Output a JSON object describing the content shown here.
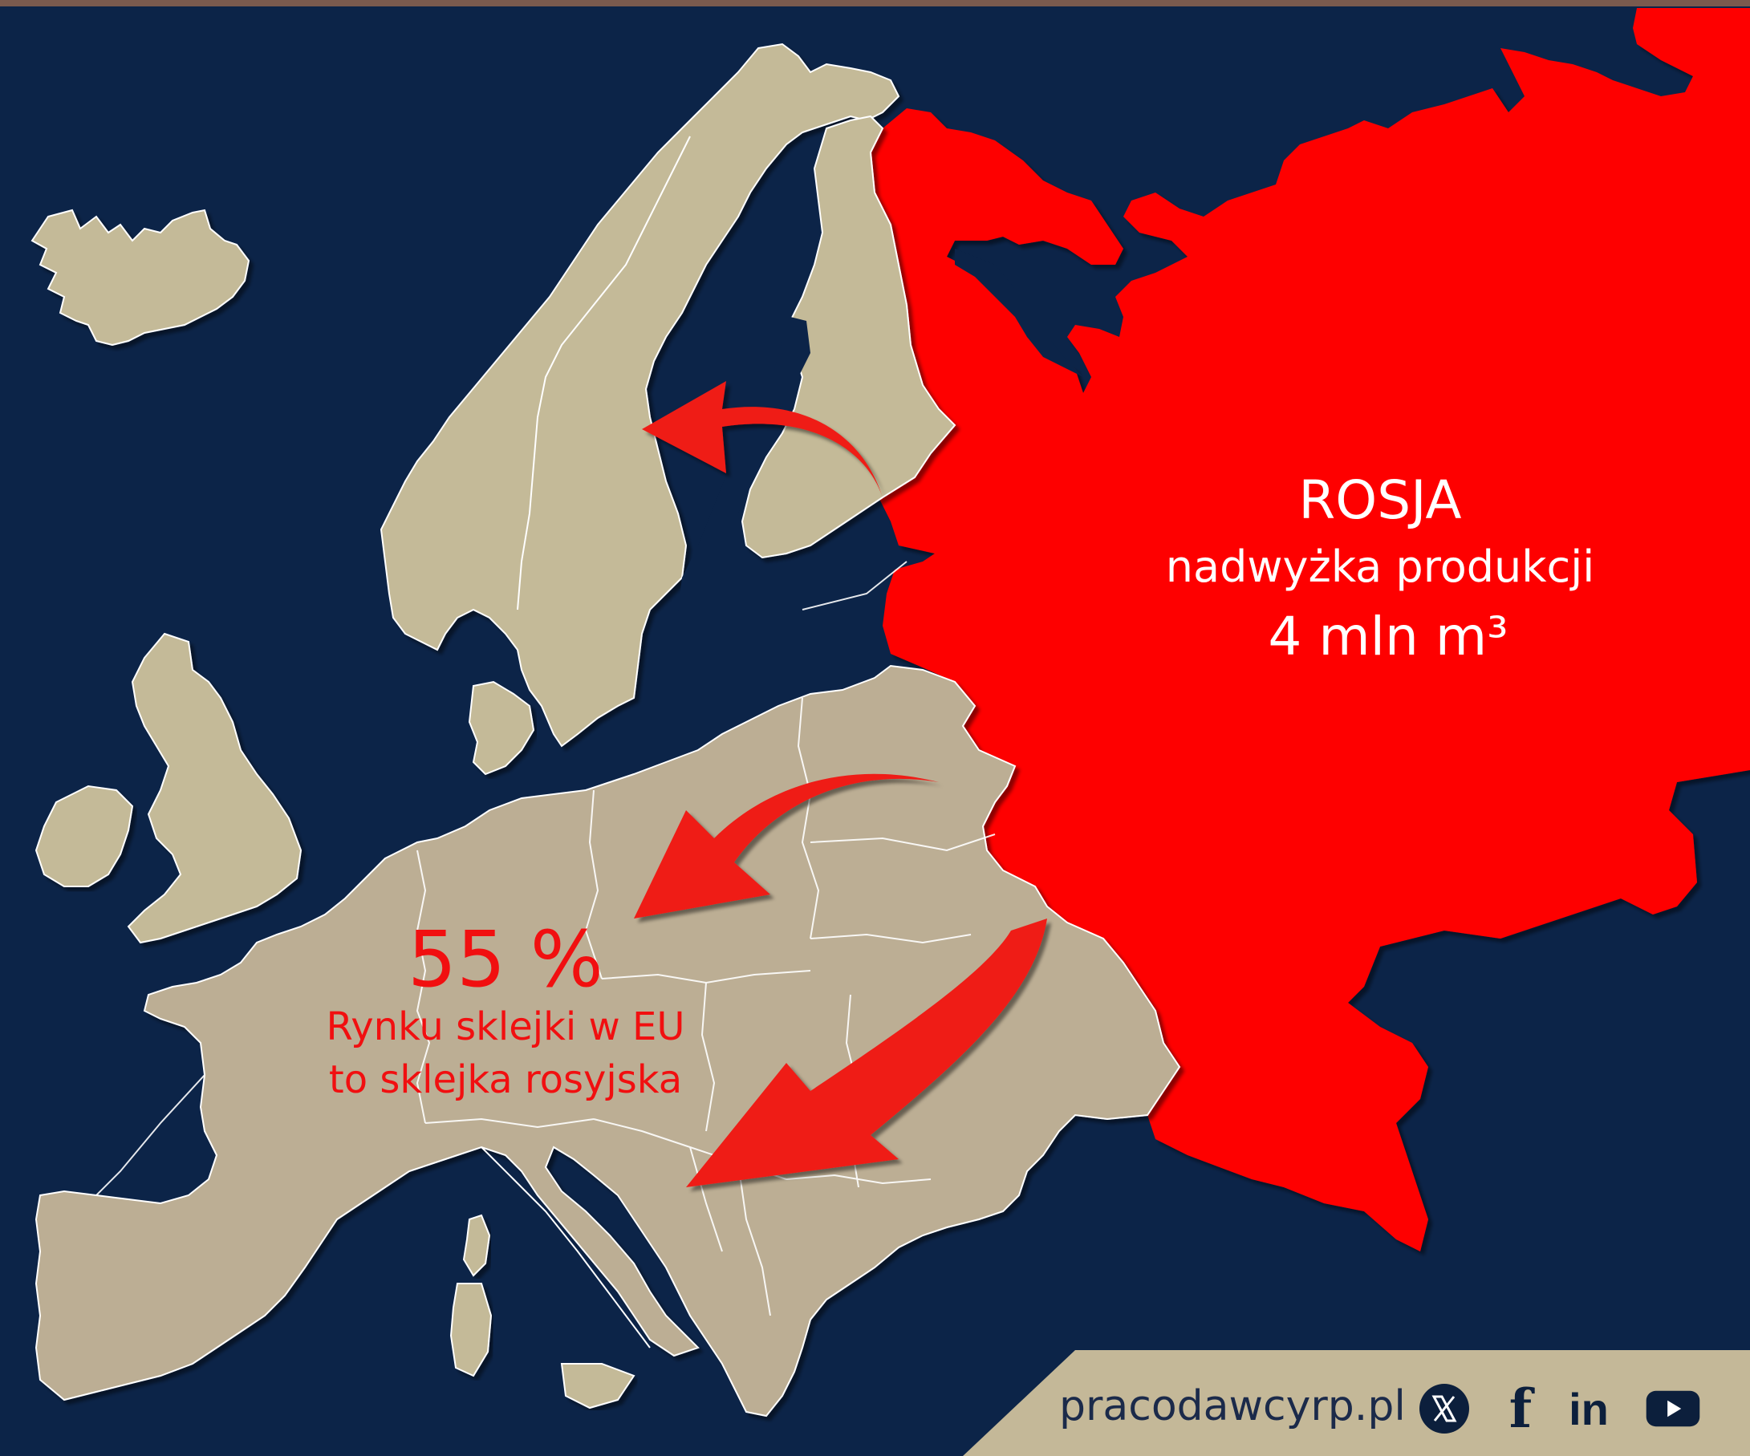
{
  "russia": {
    "title": "ROSJA",
    "subtitle": "nadwyżka produkcji",
    "volume": "4 mln m³"
  },
  "eu": {
    "share": "55 %",
    "line1": "Rynku sklejki w EU",
    "line2": "to sklejka rosyjska"
  },
  "footer": {
    "website": "pracodawcyrp.pl",
    "social_icons": [
      "x-icon",
      "facebook-icon",
      "linkedin-icon",
      "youtube-icon"
    ]
  },
  "colors": {
    "sea": "#0c2448",
    "land": "#c4ba98",
    "land_shade": "#bcae94",
    "russia": "#fe0000",
    "arrow": "#ef1a16",
    "accent_text": "#f10f10",
    "footer_band": "#c4b898"
  }
}
